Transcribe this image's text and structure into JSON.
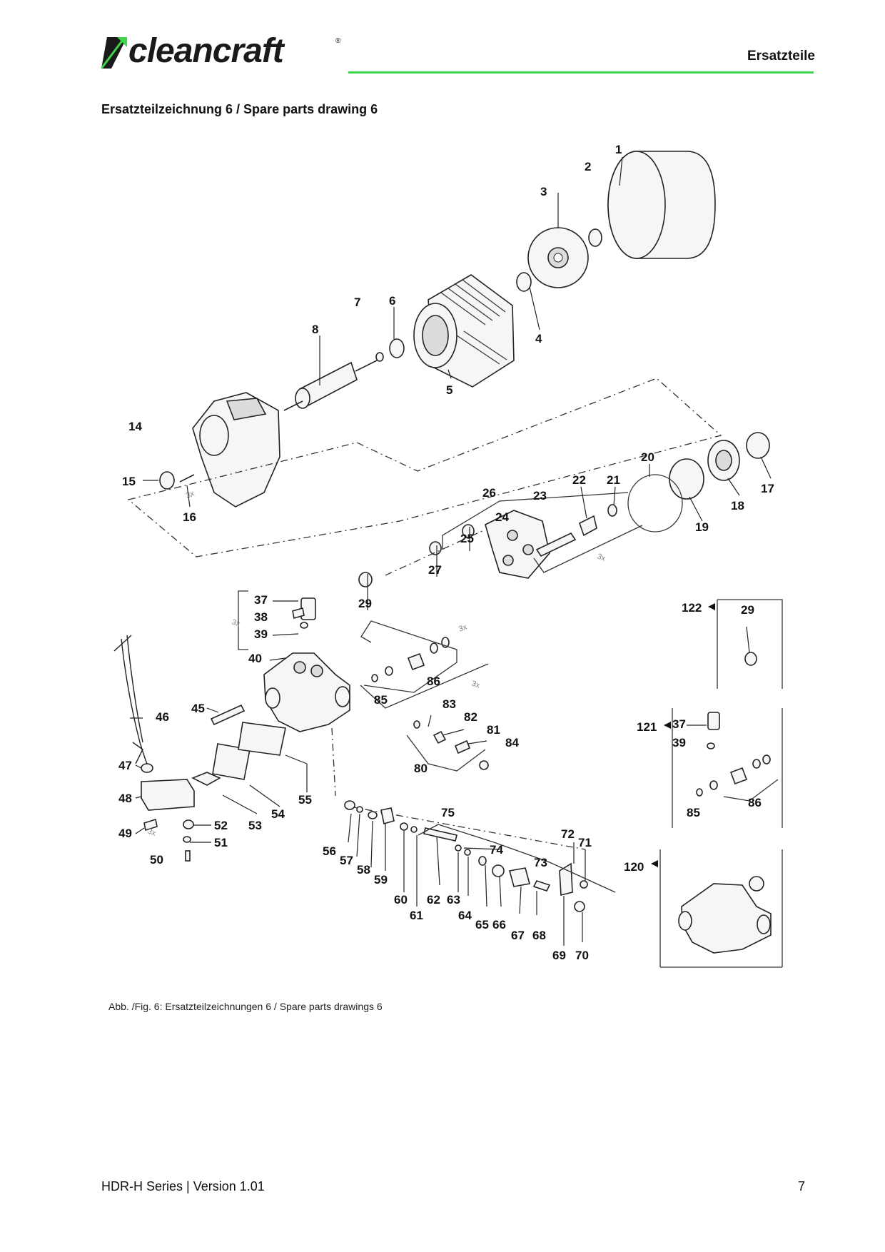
{
  "header": {
    "brand": "cleancraft",
    "brand_mark": "®",
    "section": "Ersatzteile",
    "accent_color": "#3fd44a"
  },
  "heading": "Ersatzteilzeichnung 6 / Spare parts drawing 6",
  "drawing": {
    "qty_marker": "3x",
    "part_numbers": {
      "p1": "1",
      "p2": "2",
      "p3": "3",
      "p4": "4",
      "p5": "5",
      "p6": "6",
      "p7": "7",
      "p8": "8",
      "p14": "14",
      "p15": "15",
      "p16": "16",
      "p17": "17",
      "p18": "18",
      "p19": "19",
      "p20": "20",
      "p21": "21",
      "p22": "22",
      "p23": "23",
      "p24": "24",
      "p25": "25",
      "p26": "26",
      "p27": "27",
      "p29": "29",
      "p37": "37",
      "p38": "38",
      "p39": "39",
      "p40": "40",
      "p45": "45",
      "p46": "46",
      "p47": "47",
      "p48": "48",
      "p49": "49",
      "p50": "50",
      "p51": "51",
      "p52": "52",
      "p53": "53",
      "p54": "54",
      "p55": "55",
      "p56": "56",
      "p57": "57",
      "p58": "58",
      "p59": "59",
      "p60": "60",
      "p61": "61",
      "p62": "62",
      "p63": "63",
      "p64": "64",
      "p65": "65",
      "p66": "66",
      "p67": "67",
      "p68": "68",
      "p69": "69",
      "p70": "70",
      "p71": "71",
      "p72": "72",
      "p73": "73",
      "p74": "74",
      "p75": "75",
      "p80": "80",
      "p81": "81",
      "p82": "82",
      "p83": "83",
      "p84": "84",
      "p85": "85",
      "p86": "86",
      "p120": "120",
      "p121": "121",
      "p122": "122",
      "k29": "29",
      "k37": "37",
      "k39": "39",
      "k85": "85",
      "k86": "86"
    }
  },
  "caption": "Abb. /Fig. 6: Ersatzteilzeichnungen 6 / Spare parts drawings 6",
  "footer": {
    "doc": "HDR-H Series | Version 1.01",
    "page": "7"
  }
}
